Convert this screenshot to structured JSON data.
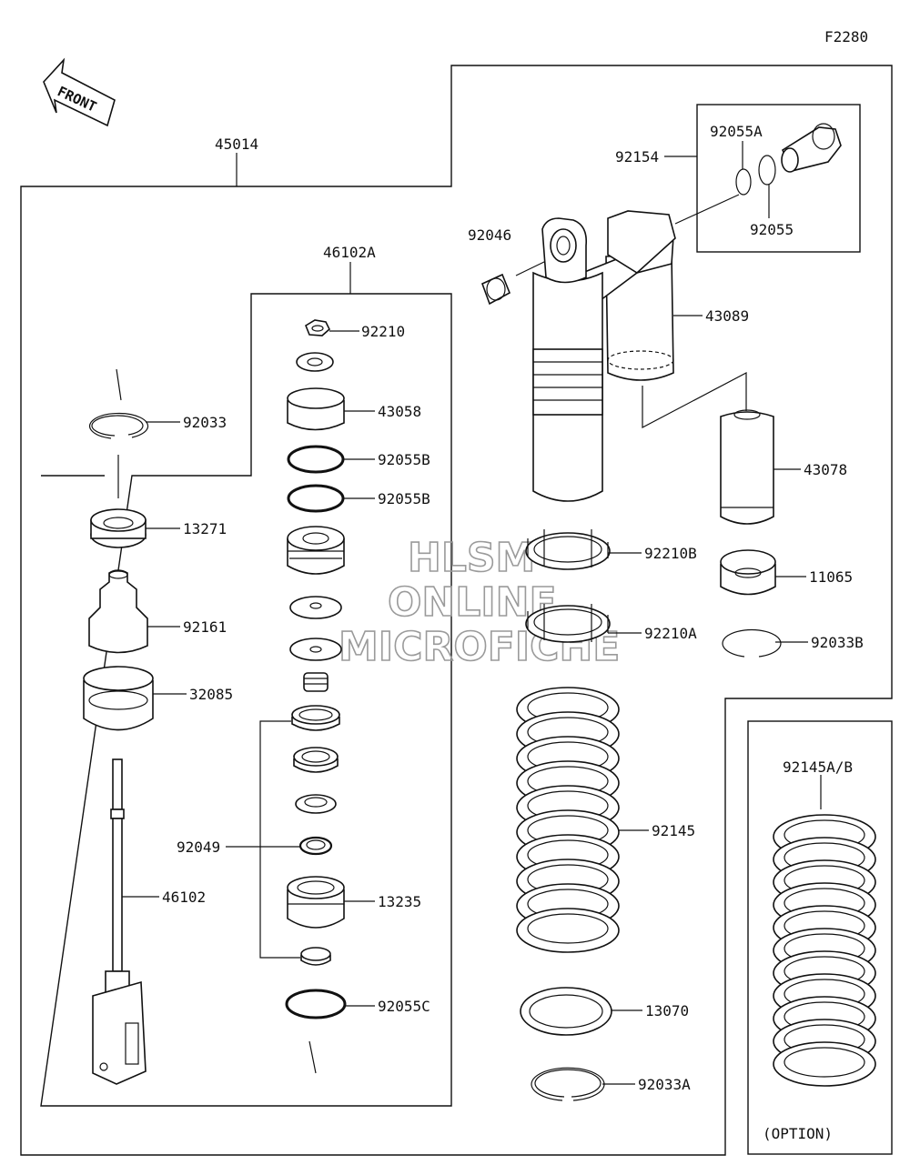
{
  "diagram": {
    "code": "F2280",
    "front_label": "FRONT",
    "option_label": "(OPTION)",
    "watermark": [
      "HLSM",
      "ONLINE",
      "MICROFICHE"
    ],
    "parts": {
      "p45014": "45014",
      "p46102A": "46102A",
      "p92210": "92210",
      "p43058": "43058",
      "p92055B_1": "92055B",
      "p92055B_2": "92055B",
      "p92033": "92033",
      "p13271": "13271",
      "p92161": "92161",
      "p32085": "32085",
      "p46102": "46102",
      "p92049": "92049",
      "p13235": "13235",
      "p92055C": "92055C",
      "p92046": "92046",
      "p92154": "92154",
      "p92055A": "92055A",
      "p92055": "92055",
      "p43089": "43089",
      "p43078": "43078",
      "p92210B": "92210B",
      "p11065": "11065",
      "p92210A": "92210A",
      "p92033B": "92033B",
      "p92145": "92145",
      "p92145AB": "92145A/B",
      "p13070": "13070",
      "p92033A": "92033A"
    }
  }
}
